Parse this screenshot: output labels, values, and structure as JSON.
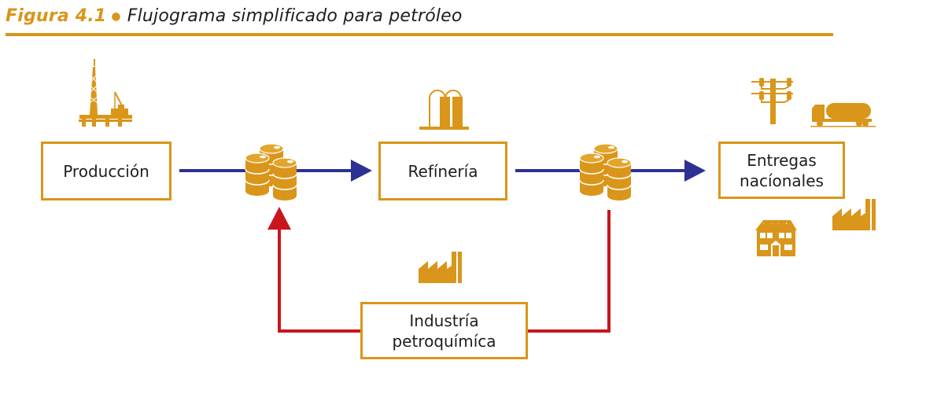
{
  "header": {
    "figure_label": "Figura 4.1",
    "separator": "●",
    "title": "Flujograma simplificado para petróleo"
  },
  "nodes": {
    "produccion": {
      "label": "Producción",
      "icon": "oil-rig-icon"
    },
    "refineria": {
      "label": "Refínería",
      "icon": "refinery-tanks-icon"
    },
    "entregas": {
      "label_line1": "Entregas",
      "label_line2": "nacíonales",
      "icons": [
        "power-pole-icon",
        "tanker-truck-icon",
        "house-icon",
        "factory-icon"
      ]
    },
    "industria": {
      "label_line1": "Industría",
      "label_line2": "petroquímíca",
      "icon": "factory-icon"
    }
  },
  "storage": [
    {
      "icon": "oil-barrels-icon"
    },
    {
      "icon": "oil-barrels-icon"
    }
  ],
  "colors": {
    "accent": "#d9961a",
    "flow_main": "#2e3192",
    "flow_return": "#c8161d",
    "text": "#1e1e1e"
  }
}
